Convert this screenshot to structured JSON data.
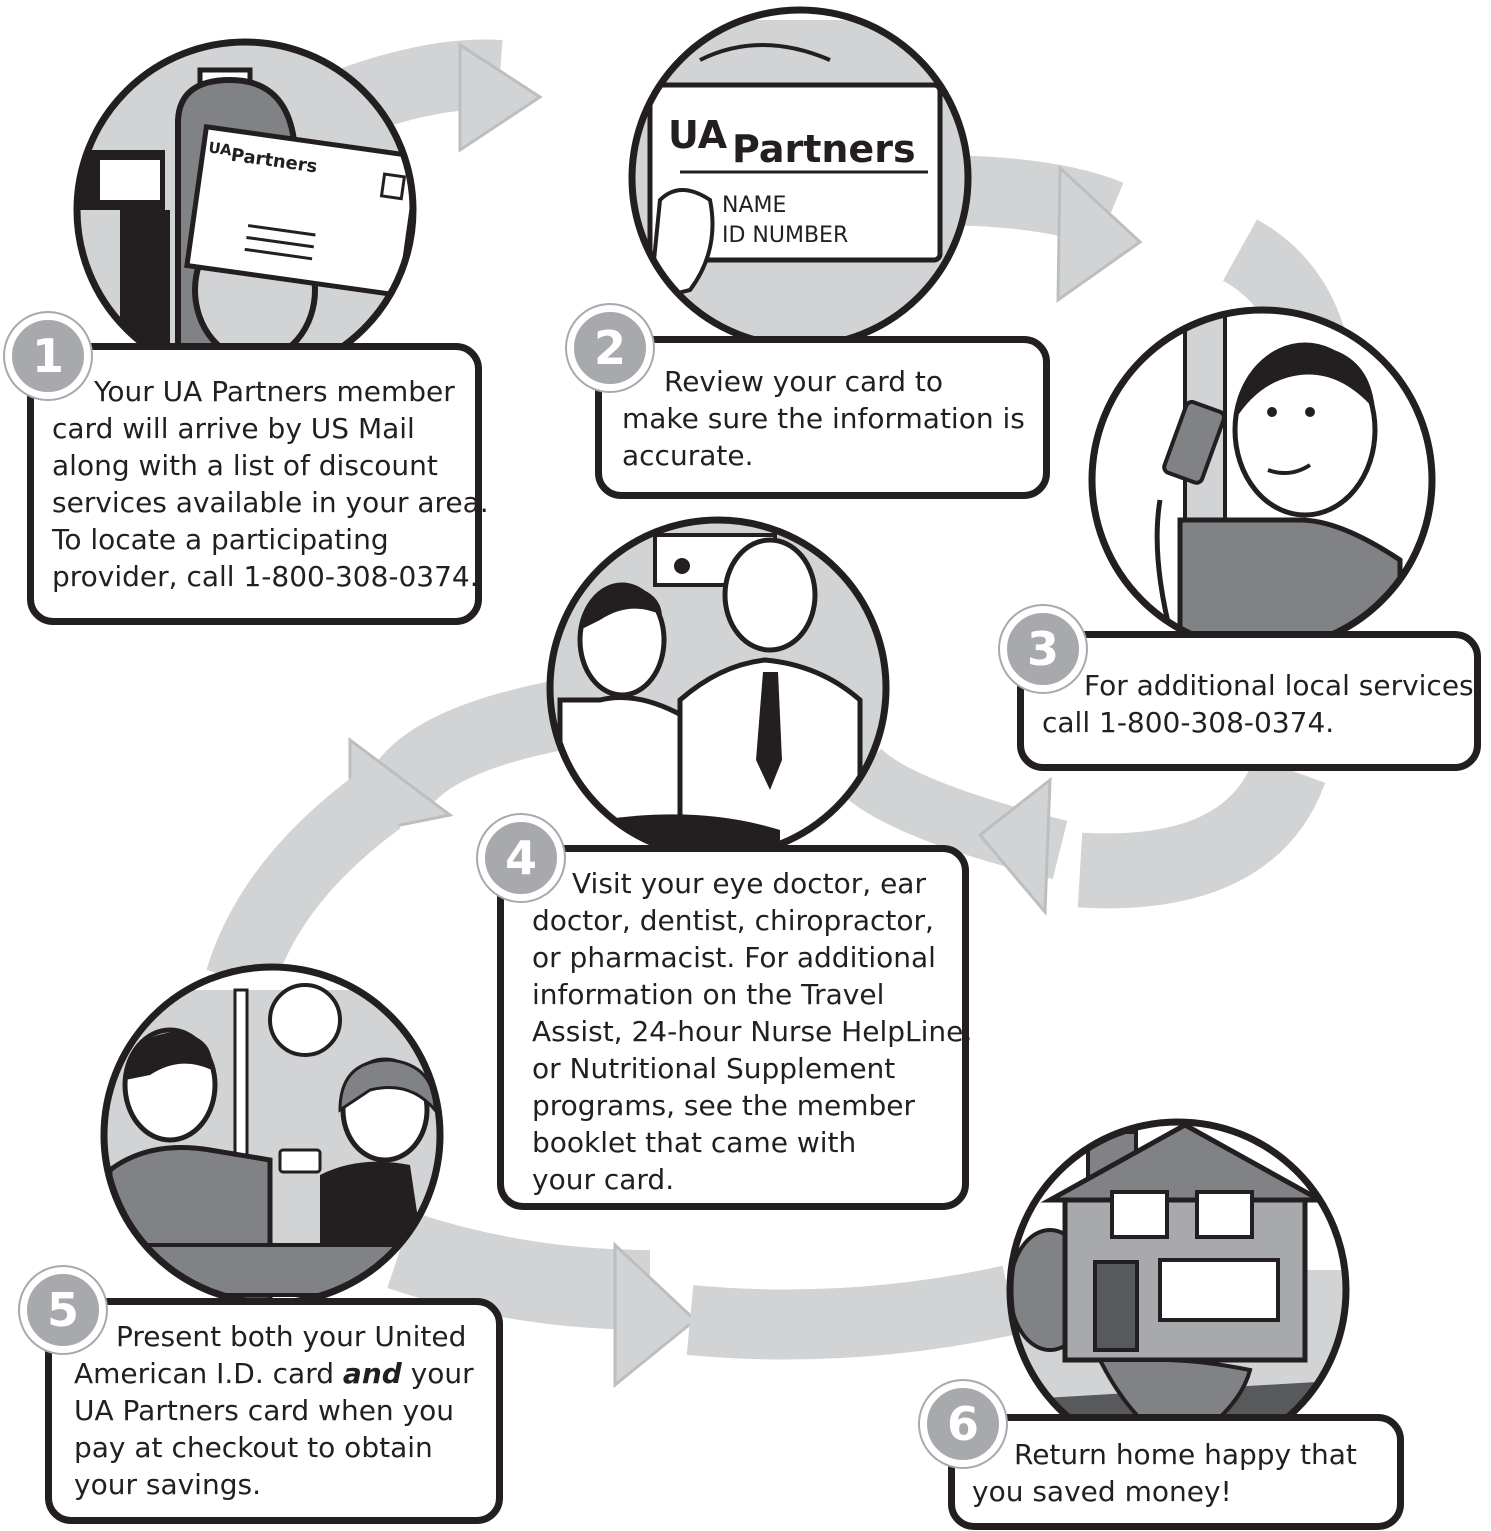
{
  "brand": {
    "ua": "UA",
    "partners": "Partners"
  },
  "card": {
    "name": "NAME",
    "id": "ID NUMBER"
  },
  "steps": [
    {
      "number": "1",
      "lines": [
        "Your UA Partners member",
        "card will arrive by US Mail",
        "along with a list of discount",
        "services available in your area.",
        "To locate a participating",
        "provider, call 1-800-308-0374."
      ]
    },
    {
      "number": "2",
      "lines": [
        "Review your card to",
        "make sure the information is",
        "accurate."
      ]
    },
    {
      "number": "3",
      "lines": [
        "For additional local services,",
        "call 1-800-308-0374."
      ]
    },
    {
      "number": "4",
      "lines": [
        "Visit your eye doctor, ear",
        "doctor, dentist, chiropractor,",
        "or pharmacist. For additional",
        "information on the Travel",
        "Assist, 24-hour Nurse HelpLine,",
        "or Nutritional Supplement",
        "programs, see the member",
        "booklet that came with",
        "your card."
      ]
    },
    {
      "number": "5",
      "lines": [
        "Present both your United",
        "American I.D. card ",
        "and",
        " your",
        "UA Partners card when you",
        "pay at checkout to obtain",
        "your savings."
      ]
    },
    {
      "number": "6",
      "lines": [
        "Return home happy that",
        "you saved money!"
      ]
    }
  ],
  "colors": {
    "arrow": "#d1d3d4",
    "outline": "#231f20",
    "badge": "#a7a9ac",
    "mid_gray": "#808285",
    "dark_gray": "#58595b"
  }
}
